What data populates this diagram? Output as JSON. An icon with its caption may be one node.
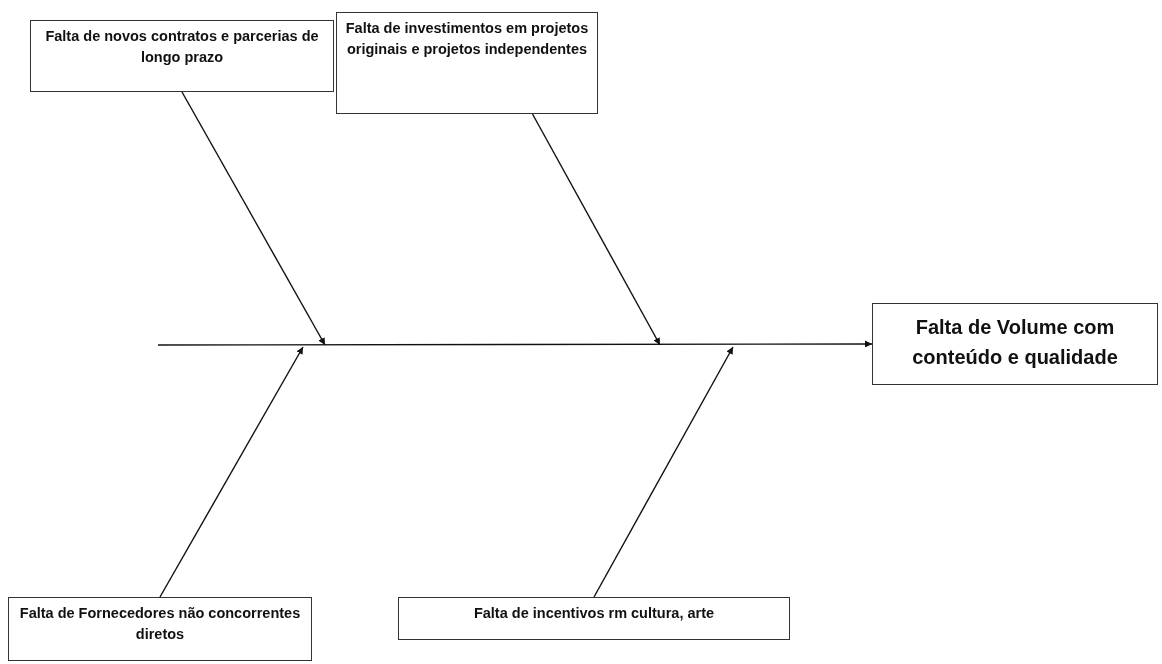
{
  "diagram": {
    "nodes": [
      {
        "text": [
          "Falta de novos contratos e parcerias de longo prazo"
        ]
      },
      {
        "text": [
          "Falta de investimentos em projetos originais e projetos independentes"
        ]
      },
      {
        "text": [
          "Falta de Volume com conteúdo e qualidade"
        ]
      },
      {
        "text": [
          "Falta de Fornecedores não concorrentes diretos"
        ]
      },
      {
        "text": [
          "Falta de incentivos rm cultura, arte"
        ]
      }
    ],
    "edges": [
      {
        "from": 0,
        "to": null,
        "arrow": "to"
      },
      {
        "from": 1,
        "to": null,
        "arrow": "to"
      },
      {
        "from": 3,
        "to": null,
        "arrow": "to"
      },
      {
        "from": 4,
        "to": null,
        "arrow": "to"
      },
      {
        "from": null,
        "to": 2,
        "arrow": "to"
      }
    ]
  }
}
